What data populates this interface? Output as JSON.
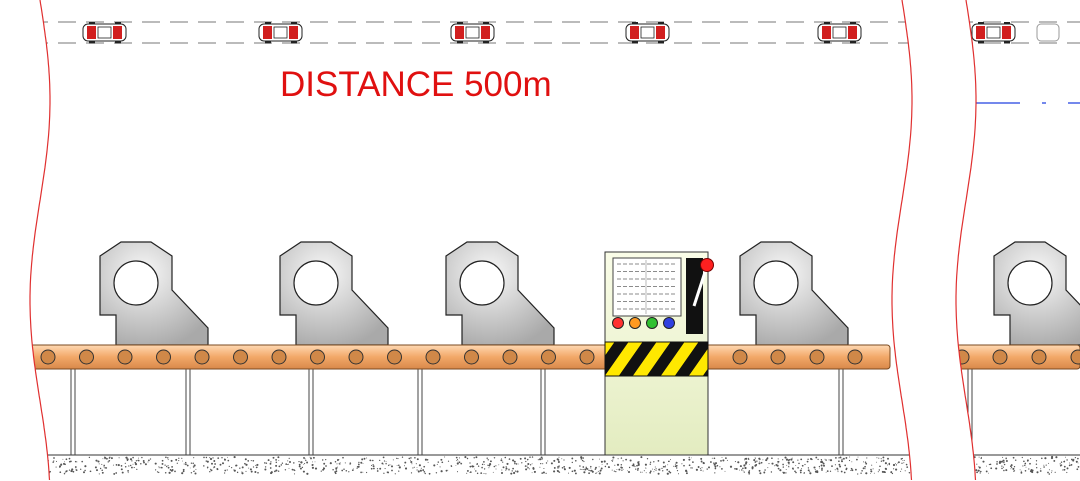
{
  "distance_label": "DISTANCE 500m",
  "colors": {
    "border_red": "#e03030",
    "label_red": "#e01010",
    "belt_orange": "#f2b07a",
    "roller_fill": "#d08848",
    "panel_fill": "#eef3d0",
    "hazard_yellow": "#ffe800",
    "hazard_black": "#111111",
    "floor_dots": "#555555",
    "blue_line": "#2040e0",
    "car_red": "#d11f1f"
  },
  "scene": {
    "left_panel": {
      "parts": 4,
      "cars": 5,
      "rollers": 22
    },
    "right_panel": {
      "parts": 1,
      "cars": 1,
      "rollers": 4
    },
    "control_panel": {
      "buttons": [
        {
          "name": "red-button",
          "color": "#ff3030"
        },
        {
          "name": "orange-button",
          "color": "#ff9a20"
        },
        {
          "name": "green-button",
          "color": "#30c030"
        },
        {
          "name": "blue-button",
          "color": "#3040e0"
        }
      ],
      "lever_knob": "#ff2020"
    }
  }
}
